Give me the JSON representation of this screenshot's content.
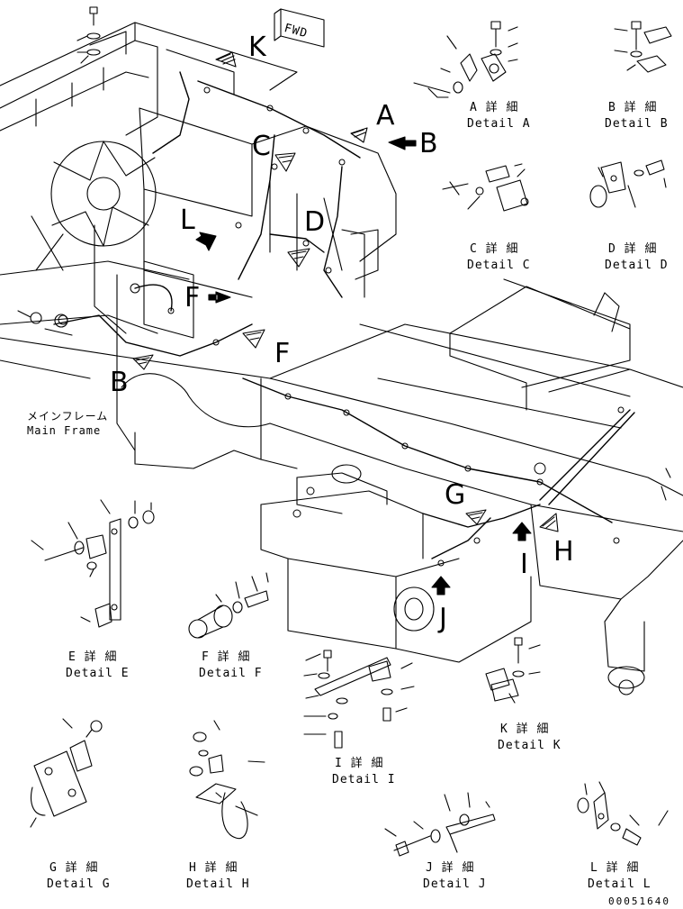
{
  "fwd_mark": "FWD",
  "main_frame": {
    "jp": "メインフレーム",
    "en": "Main Frame"
  },
  "callouts": [
    "K",
    "A",
    "B",
    "C",
    "D",
    "L",
    "F",
    "F",
    "B",
    "G",
    "H",
    "I",
    "J"
  ],
  "details": [
    {
      "jp": "A 詳 細",
      "en": "Detail A"
    },
    {
      "jp": "B 詳 細",
      "en": "Detail B"
    },
    {
      "jp": "C 詳 細",
      "en": "Detail C"
    },
    {
      "jp": "D 詳 細",
      "en": "Detail D"
    },
    {
      "jp": "E 詳 細",
      "en": "Detail E"
    },
    {
      "jp": "F 詳 細",
      "en": "Detail F"
    },
    {
      "jp": "I 詳 細",
      "en": "Detail I"
    },
    {
      "jp": "K 詳 細",
      "en": "Detail K"
    },
    {
      "jp": "G 詳 細",
      "en": "Detail G"
    },
    {
      "jp": "H 詳 細",
      "en": "Detail H"
    },
    {
      "jp": "J 詳 細",
      "en": "Detail J"
    },
    {
      "jp": "L 詳 細",
      "en": "Detail L"
    }
  ],
  "part_number": "00051640"
}
